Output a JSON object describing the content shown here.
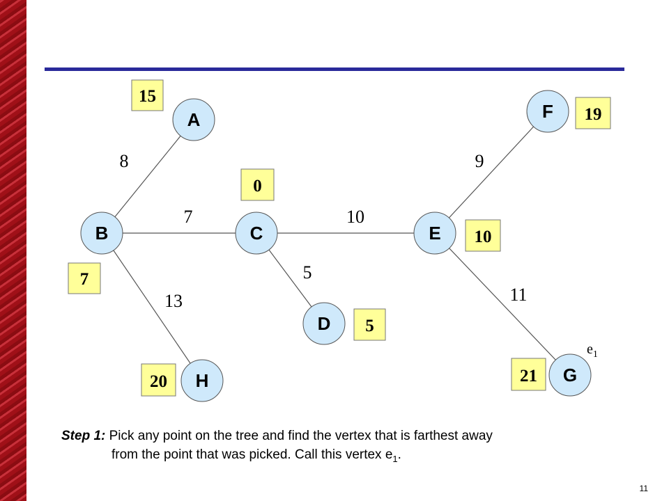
{
  "diagram": {
    "nodes": [
      {
        "id": "A",
        "label": "A",
        "distance": "15"
      },
      {
        "id": "B",
        "label": "B",
        "distance": "7"
      },
      {
        "id": "C",
        "label": "C",
        "distance": "0"
      },
      {
        "id": "D",
        "label": "D",
        "distance": "5"
      },
      {
        "id": "E",
        "label": "E",
        "distance": "10"
      },
      {
        "id": "F",
        "label": "F",
        "distance": "19"
      },
      {
        "id": "G",
        "label": "G",
        "distance": "21"
      },
      {
        "id": "H",
        "label": "H",
        "distance": "20"
      }
    ],
    "edges": [
      {
        "from": "B",
        "to": "A",
        "weight": "8"
      },
      {
        "from": "B",
        "to": "C",
        "weight": "7"
      },
      {
        "from": "B",
        "to": "H",
        "weight": "13"
      },
      {
        "from": "C",
        "to": "E",
        "weight": "10"
      },
      {
        "from": "C",
        "to": "D",
        "weight": "5"
      },
      {
        "from": "E",
        "to": "F",
        "weight": "9"
      },
      {
        "from": "E",
        "to": "G",
        "weight": "11"
      }
    ],
    "marker": {
      "base": "e",
      "subscript": "1",
      "node": "G"
    }
  },
  "caption": {
    "step_label": "Step 1:",
    "text_line1": " Pick any point on the tree and find the vertex that is farthest away",
    "text_line2_before": "from the point that was picked. Call this vertex e",
    "text_line2_sub": "1",
    "text_line2_after": "."
  },
  "page_number": "11",
  "colors": {
    "node_fill": "#cfe9fb",
    "distance_box": "#ffff99",
    "rule": "#2a2a9a",
    "side_band": "#a01018"
  }
}
